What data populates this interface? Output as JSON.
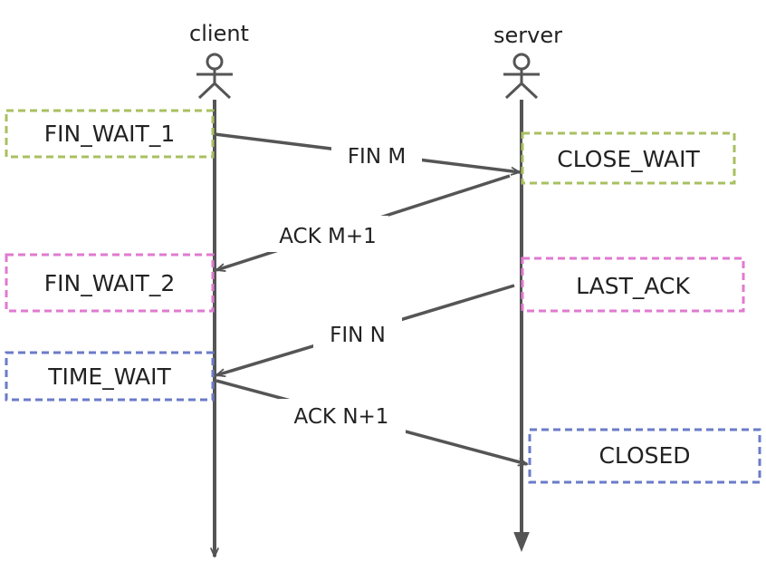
{
  "actors": {
    "client": {
      "label": "client"
    },
    "server": {
      "label": "server"
    }
  },
  "states": {
    "fin_wait_1": {
      "label": "FIN_WAIT_1",
      "color": "#a8c060"
    },
    "close_wait": {
      "label": "CLOSE_WAIT",
      "color": "#a8c060"
    },
    "fin_wait_2": {
      "label": "FIN_WAIT_2",
      "color": "#e07ad0"
    },
    "last_ack": {
      "label": "LAST_ACK",
      "color": "#e07ad0"
    },
    "time_wait": {
      "label": "TIME_WAIT",
      "color": "#6b7bc8"
    },
    "closed": {
      "label": "CLOSED",
      "color": "#6b7bc8"
    }
  },
  "messages": {
    "fin_m": {
      "label": "FIN M"
    },
    "ack_m1": {
      "label": "ACK M+1"
    },
    "fin_n": {
      "label": "FIN N"
    },
    "ack_n1": {
      "label": "ACK N+1"
    }
  },
  "colors": {
    "line": "#555555",
    "text": "#222222"
  }
}
